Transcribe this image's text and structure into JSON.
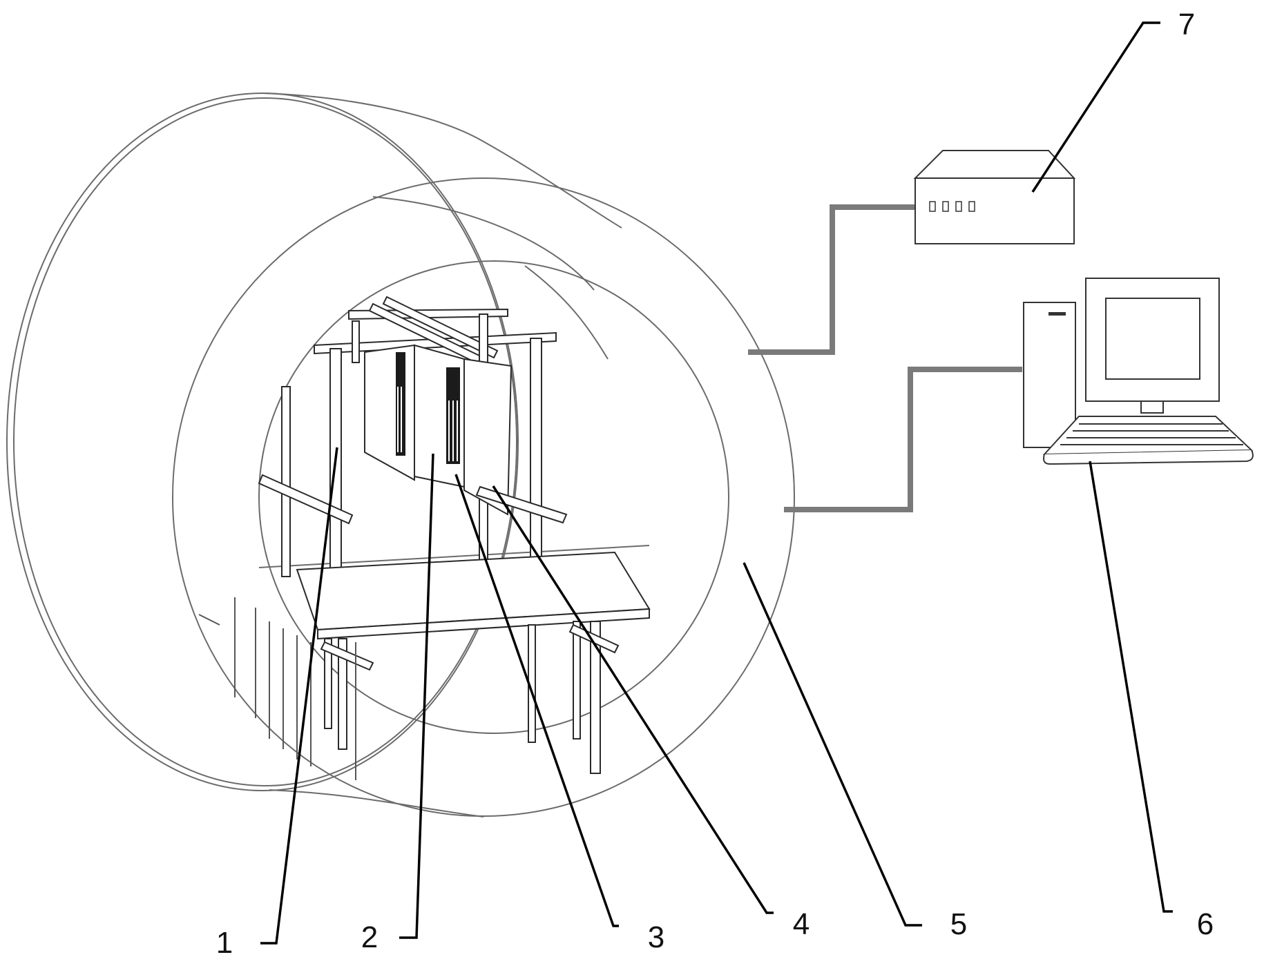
{
  "labels": [
    {
      "id": "1",
      "text": "1"
    },
    {
      "id": "2",
      "text": "2"
    },
    {
      "id": "3",
      "text": "3"
    },
    {
      "id": "4",
      "text": "4"
    },
    {
      "id": "5",
      "text": "5"
    },
    {
      "id": "6",
      "text": "6"
    },
    {
      "id": "7",
      "text": "7"
    }
  ],
  "control_box": {
    "indicators": "0000"
  },
  "colors": {
    "line": "#000000",
    "cable": "#7a7a7a",
    "outline": "#6b6b6b"
  }
}
